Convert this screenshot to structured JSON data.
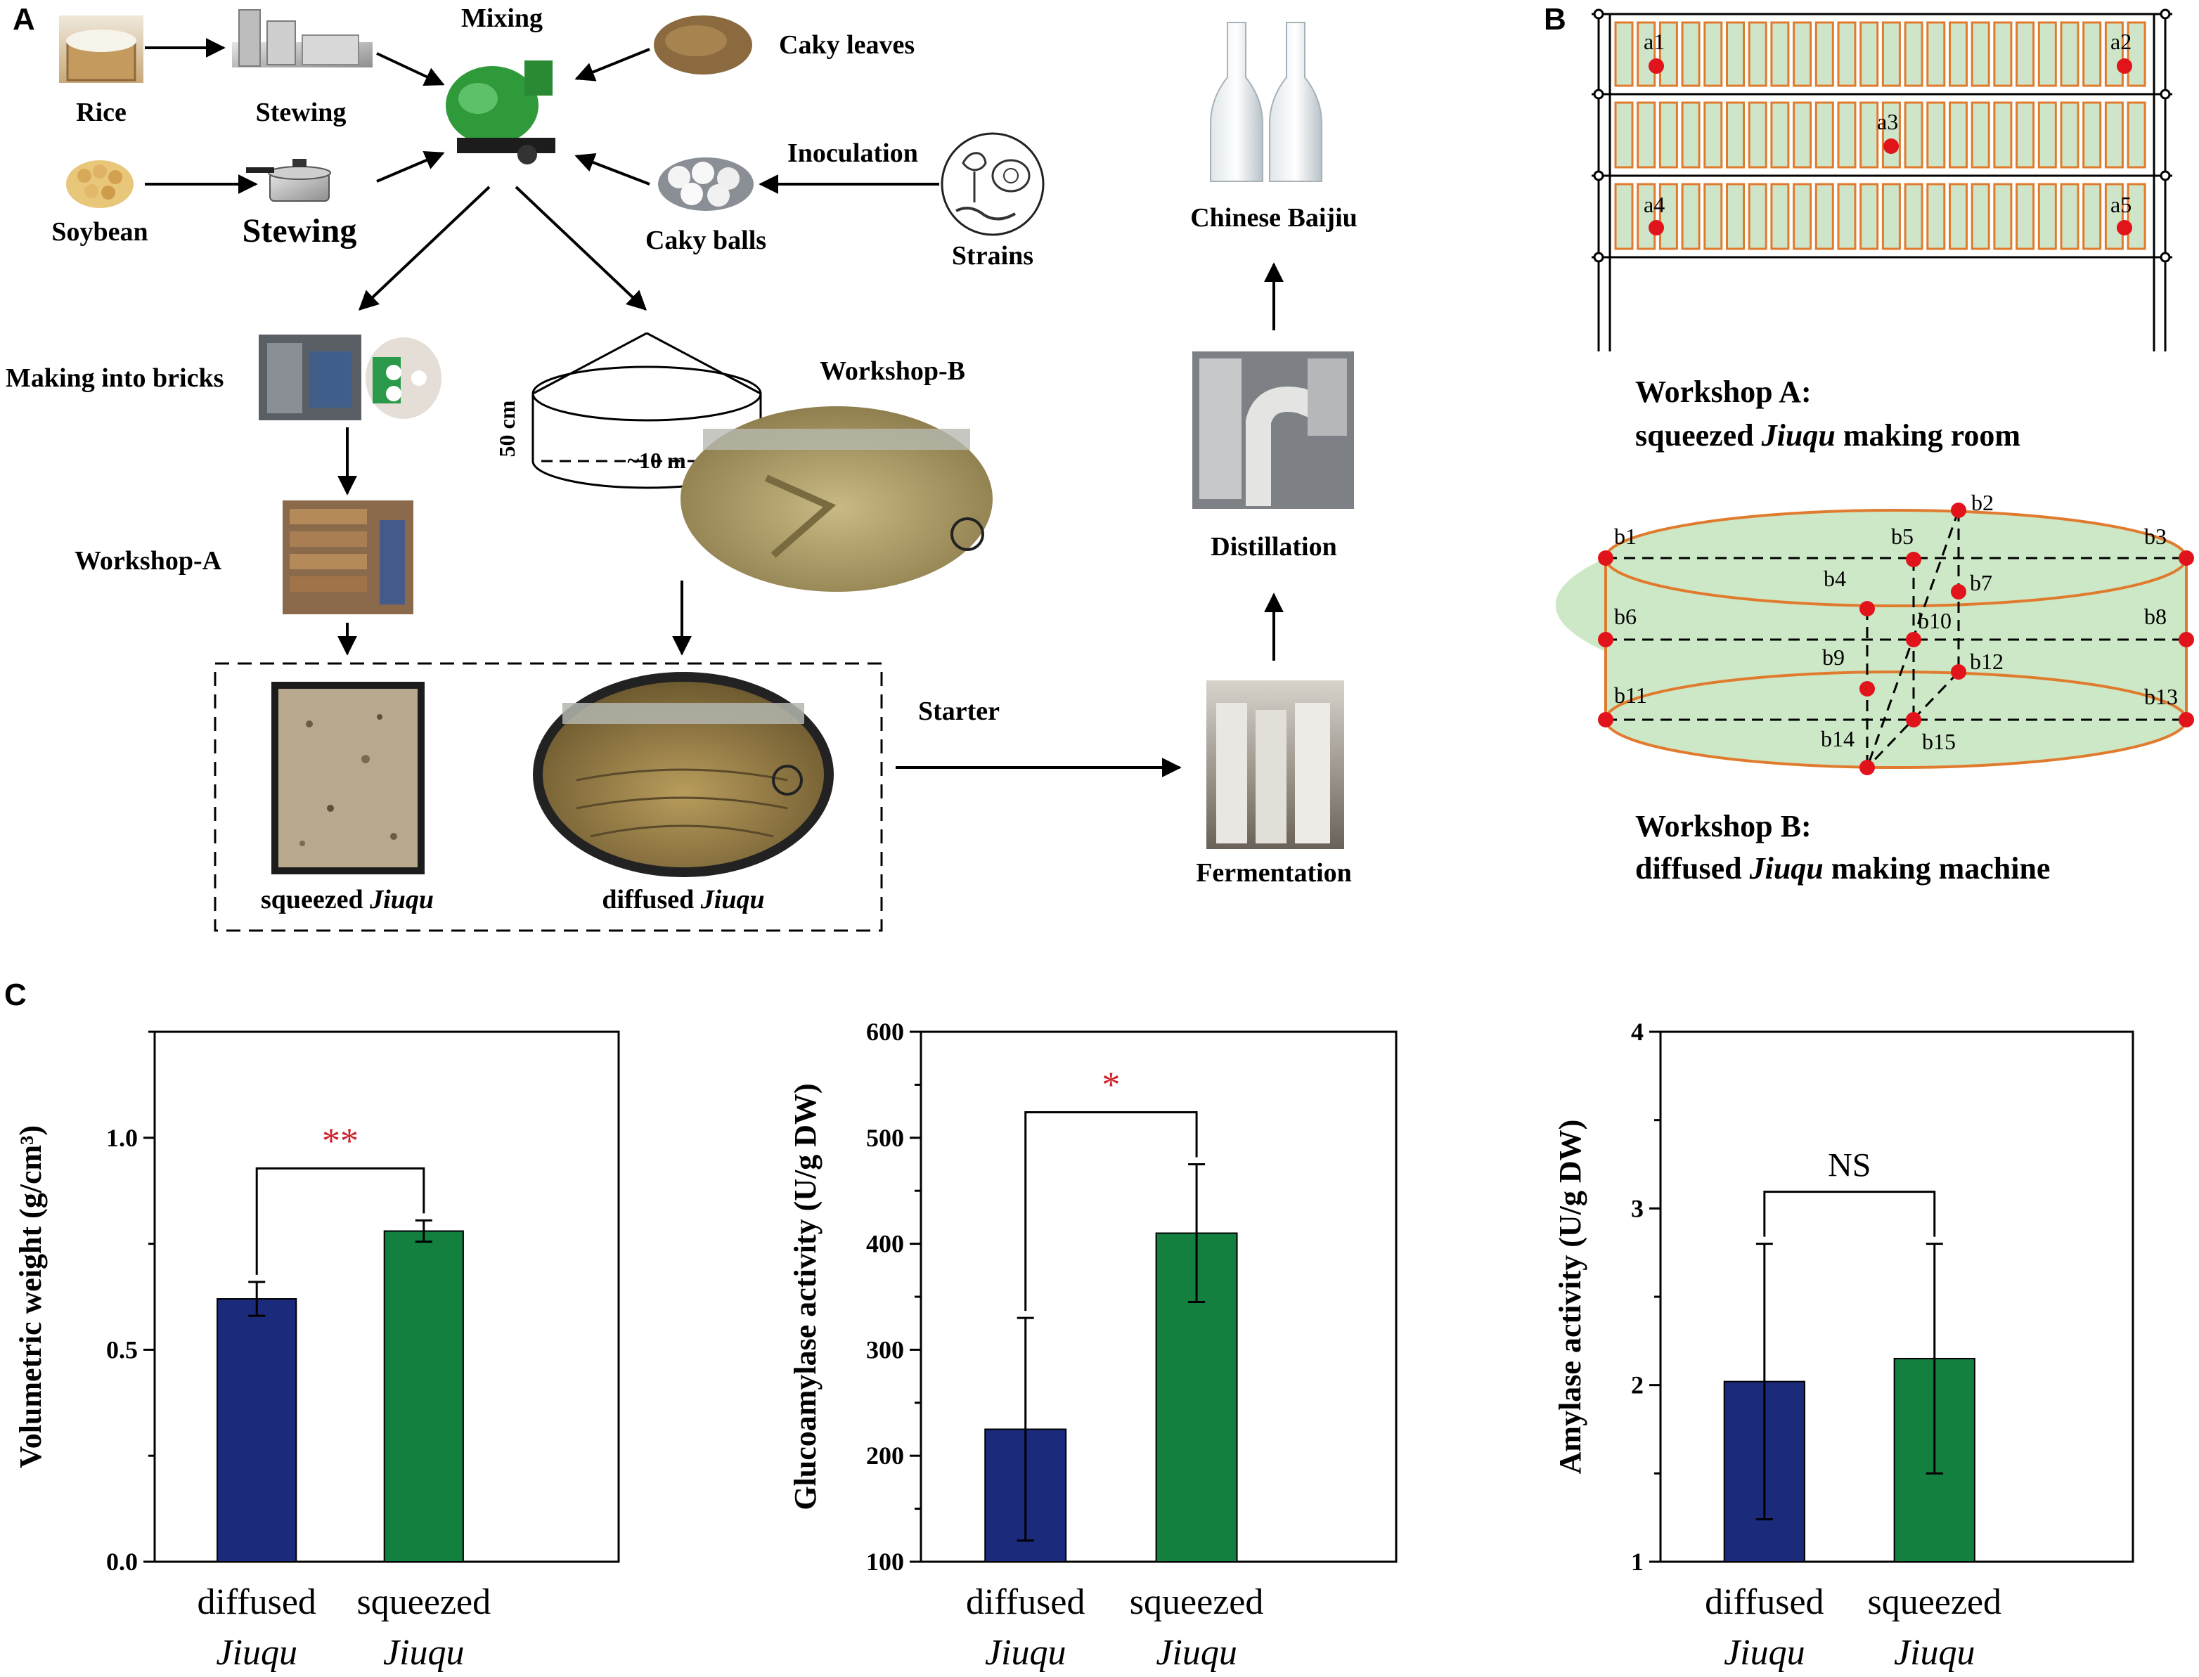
{
  "panels": {
    "a": "A",
    "b": "B",
    "c": "C"
  },
  "flow": {
    "rice": "Rice",
    "stewing1": "Stewing",
    "soybean": "Soybean",
    "stewing2": "Stewing",
    "mixing": "Mixing",
    "caky_leaves": "Caky leaves",
    "inoculation": "Inoculation",
    "caky_balls": "Caky balls",
    "strains": "Strains",
    "making_bricks": "Making into bricks",
    "workshop_a": "Workshop-A",
    "workshop_b": "Workshop-B",
    "height": "50 cm",
    "diameter": "10 m",
    "squeezed_pre": "squeezed ",
    "diffused_pre": "diffused ",
    "jiuqu": "Jiuqu",
    "starter": "Starter",
    "fermentation": "Fermentation",
    "distillation": "Distillation",
    "baijiu": "Chinese Baijiu"
  },
  "workshop_a_panel": {
    "title1": "Workshop A:",
    "title2_pre": "squeezed ",
    "title2_italic": "Jiuqu",
    "title2_post": " making room",
    "points": [
      "a1",
      "a2",
      "a3",
      "a4",
      "a5"
    ]
  },
  "workshop_b_panel": {
    "title1": "Workshop B:",
    "title2_pre": "diffused ",
    "title2_italic": "Jiuqu",
    "title2_post": " making machine",
    "points": [
      "b1",
      "b2",
      "b3",
      "b4",
      "b5",
      "b6",
      "b7",
      "b8",
      "b9",
      "b10",
      "b11",
      "b12",
      "b13",
      "b14",
      "b15"
    ]
  },
  "colors": {
    "diffused": "#1b2a7a",
    "squeezed": "#138040",
    "significance": "#d0202a",
    "shelf_fill": "#cfe5c9",
    "shelf_frame": "#e07b2e",
    "cylinder_fill": "#cde8c6",
    "sample_point": "#e1141c"
  },
  "chart_data": [
    {
      "type": "bar",
      "categories": [
        "diffused Jiuqu",
        "squeezed Jiuqu"
      ],
      "cat_line1": [
        "diffused",
        "squeezed"
      ],
      "cat_line2": [
        "Jiuqu",
        "Jiuqu"
      ],
      "values": [
        0.62,
        0.78
      ],
      "errors": [
        0.04,
        0.025
      ],
      "ylabel": "Volumetric weight  (g/cm³)",
      "ylim": [
        0,
        1.25
      ],
      "yticks": [
        "0.0",
        "0.5",
        "1.0"
      ],
      "significance": "**"
    },
    {
      "type": "bar",
      "categories": [
        "diffused Jiuqu",
        "squeezed Jiuqu"
      ],
      "cat_line1": [
        "diffused",
        "squeezed"
      ],
      "cat_line2": [
        "Jiuqu",
        "Jiuqu"
      ],
      "values": [
        225,
        410
      ],
      "errors": [
        105,
        65
      ],
      "ylabel": "Glucoamylase activity (U/g DW)",
      "ylim": [
        100,
        600
      ],
      "yticks": [
        "100",
        "200",
        "300",
        "400",
        "500",
        "600"
      ],
      "significance": "*"
    },
    {
      "type": "bar",
      "categories": [
        "diffused Jiuqu",
        "squeezed Jiuqu"
      ],
      "cat_line1": [
        "diffused",
        "squeezed"
      ],
      "cat_line2": [
        "Jiuqu",
        "Jiuqu"
      ],
      "values": [
        2.02,
        2.15
      ],
      "errors": [
        0.78,
        0.65
      ],
      "ylabel": "Amylase activity (U/g DW)",
      "ylim": [
        1,
        4
      ],
      "yticks": [
        "1",
        "2",
        "3",
        "4"
      ],
      "significance": "NS"
    }
  ]
}
